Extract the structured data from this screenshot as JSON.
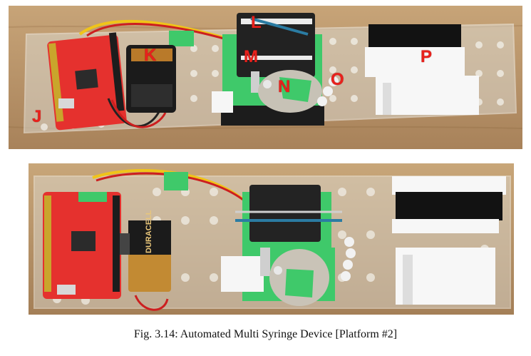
{
  "figure": {
    "caption": "Fig. 3.14: Automated Multi Syringe Device [Platform #2]",
    "callouts": {
      "J": "J",
      "K": "K",
      "L": "L",
      "M": "M",
      "N": "N",
      "O": "O",
      "P": "P"
    }
  },
  "battery_brand": "DURACELL",
  "colors": {
    "callout": "#e8211c",
    "board": "#e5312e",
    "tape": "#3fc96a",
    "wood": "#b9966a"
  }
}
